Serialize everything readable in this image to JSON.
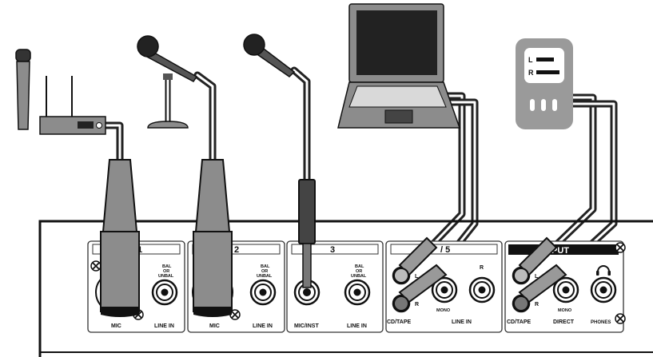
{
  "panel": {
    "channels": [
      {
        "id": "1",
        "header": "1",
        "jack_a_label": "MIC",
        "jack_b_label": "LINE IN",
        "bal_lines": [
          "BAL",
          "OR",
          "UNBAL"
        ]
      },
      {
        "id": "2",
        "header": "2",
        "jack_a_label": "MIC",
        "jack_b_label": "LINE IN",
        "bal_lines": [
          "BAL",
          "OR",
          "UNBAL"
        ]
      },
      {
        "id": "3",
        "header": "3",
        "jack_a_label": "MIC/INST",
        "jack_b_label": "LINE IN",
        "bal_lines": [
          "BAL",
          "OR",
          "UNBAL"
        ]
      },
      {
        "id": "45",
        "header": "/ 5",
        "rca_left": "L",
        "rca_right": "R",
        "rca_label": "CD/TAPE",
        "line_label": "LINE IN",
        "mono_label": "MONO",
        "r_label": "R"
      },
      {
        "id": "input",
        "header": "PUT",
        "rca_left": "L",
        "rca_right": "R",
        "rca_label": "CD/TAPE",
        "direct_label": "DIRECT",
        "mono_label": "MONO",
        "phones_label": "PHONES"
      }
    ]
  },
  "devices": {
    "player": {
      "l_label": "L",
      "r_label": "R"
    }
  },
  "icons": {
    "headphone": "headphone-icon",
    "screw": "screw-icon"
  },
  "colors": {
    "panel_fill": "#eeeeee",
    "plug_gray": "#8c8c8c",
    "cable": "#222222",
    "device_gray": "#9a9a9a",
    "input_header_bg": "#111111"
  }
}
